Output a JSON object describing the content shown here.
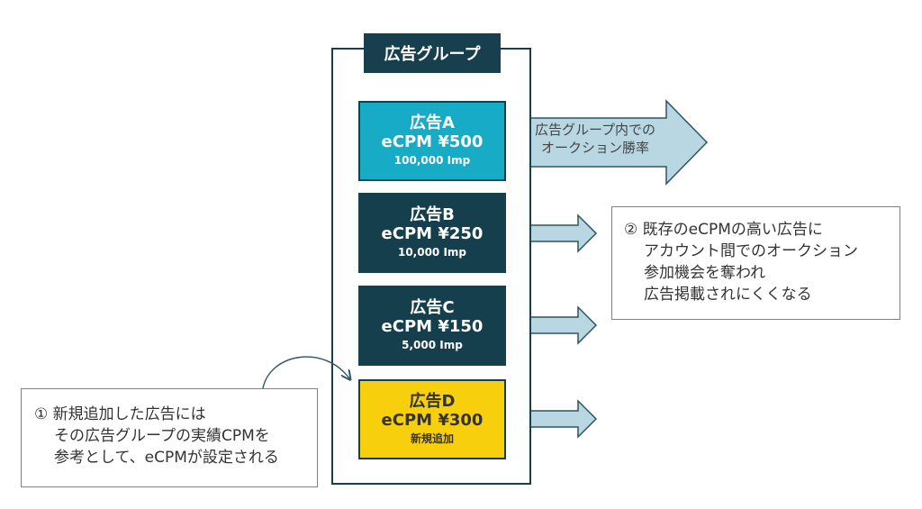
{
  "group_title": "広告グループ",
  "ads": [
    {
      "name": "広告A",
      "ecpm": "eCPM ¥500",
      "detail": "100,000 Imp"
    },
    {
      "name": "広告B",
      "ecpm": "eCPM ¥250",
      "detail": "10,000 Imp"
    },
    {
      "name": "広告C",
      "ecpm": "eCPM ¥150",
      "detail": "5,000 Imp"
    },
    {
      "name": "広告D",
      "ecpm": "eCPM ¥300",
      "detail": "新規追加"
    }
  ],
  "big_arrow_label": [
    "広告グループ内での",
    "オークション勝率"
  ],
  "note_left": [
    "① 新規追加した広告には",
    "その広告グループの実績CPMを",
    "参考として、eCPMが設定される"
  ],
  "note_right": [
    "② 既存のeCPMの高い広告に",
    "アカウント間でのオークション",
    "参加機会を奪われ",
    "広告掲載されにくくなる"
  ],
  "colors": {
    "dark_teal": "#163f4e",
    "cyan": "#17abc6",
    "yellow": "#f8cf0c",
    "arrow_fill": "#b8d7e2",
    "arrow_stroke": "#2c5563"
  }
}
